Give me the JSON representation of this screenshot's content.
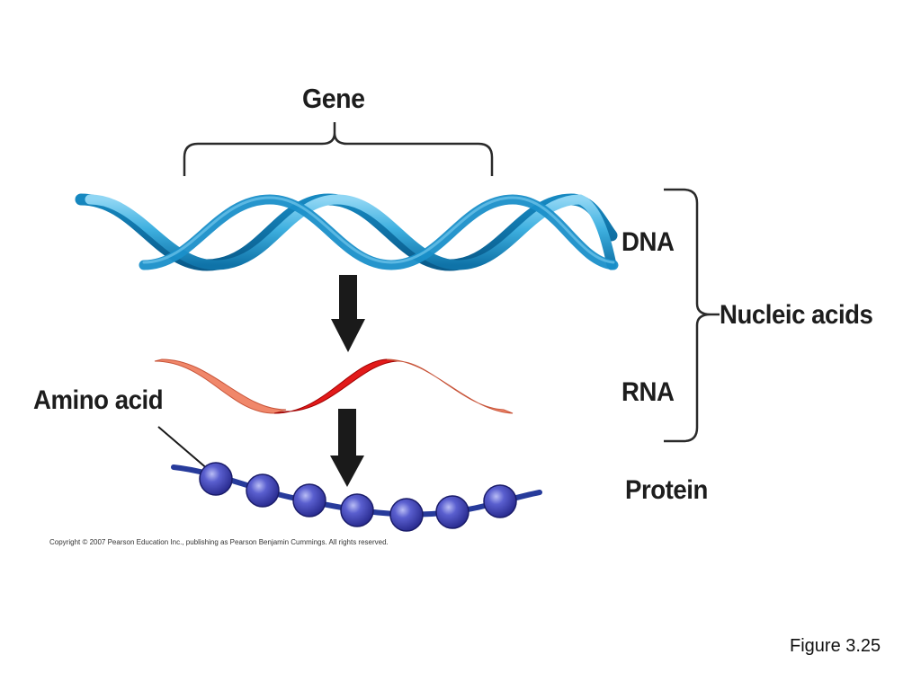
{
  "labels": {
    "gene": "Gene",
    "dna": "DNA",
    "nucleic_acids": "Nucleic acids",
    "rna": "RNA",
    "amino_acid": "Amino acid",
    "protein": "Protein"
  },
  "copyright": "Copyright © 2007 Pearson Education Inc., publishing as Pearson Benjamin Cummings. All rights reserved.",
  "figure_label": "Figure 3.25",
  "colors": {
    "dna_dark": "#0f73a8",
    "dna_light": "#3fb0e0",
    "rna_light": "#f0876a",
    "rna_highlight": "#e21a1a",
    "protein_chain": "#273b9b",
    "amino_acid_bead": "#3d3fae",
    "arrow": "#1a1a1a",
    "bracket": "#2a2a2a"
  },
  "amino_acid_count": 7
}
